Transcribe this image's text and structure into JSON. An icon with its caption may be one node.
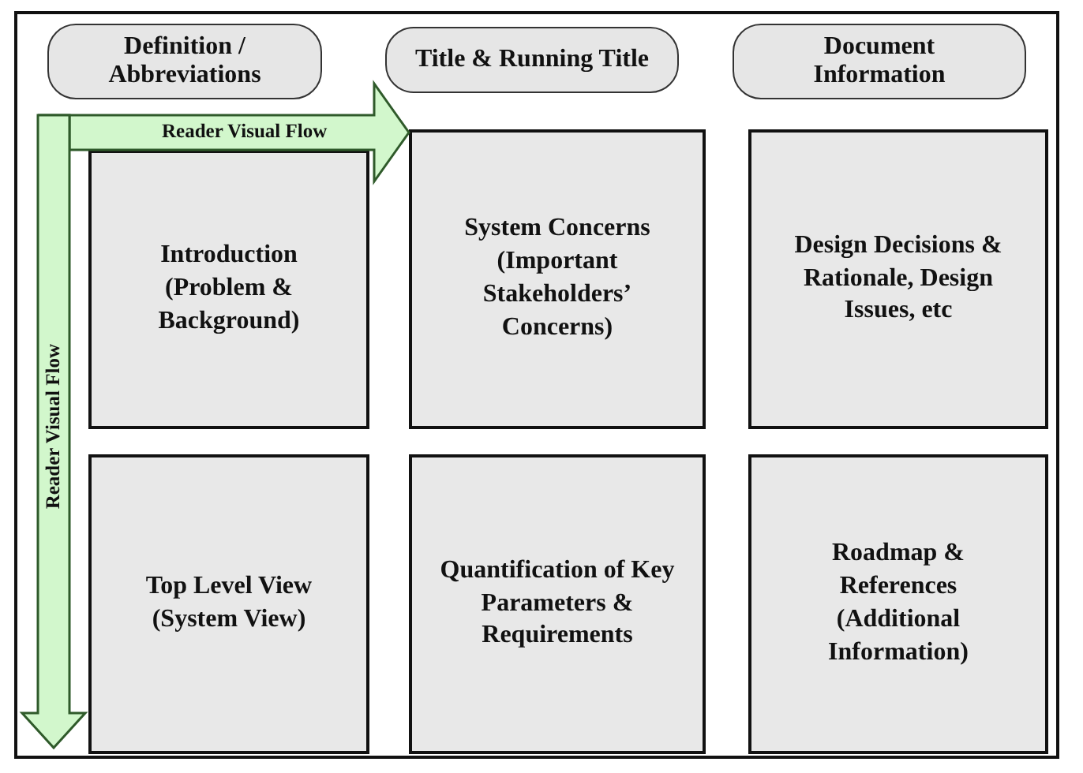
{
  "diagram": {
    "nodes": [
      {
        "text": [
          "Definition / Abbreviations"
        ]
      },
      {
        "text": [
          "Title & Running Title"
        ]
      },
      {
        "text": [
          "Document Information"
        ]
      },
      {
        "text": [
          "Introduction (Problem & Background)"
        ]
      },
      {
        "text": [
          "System Concerns (Important Stakeholders’ Concerns)"
        ]
      },
      {
        "text": [
          "Design Decisions & Rationale, Design Issues, etc"
        ]
      },
      {
        "text": [
          "Top Level View (System View)"
        ]
      },
      {
        "text": [
          "Quantification of Key Parameters & Requirements"
        ]
      },
      {
        "text": [
          "Roadmap & References (Additional Information)"
        ]
      }
    ],
    "edges": [
      {
        "from": 3,
        "to": 4,
        "arrow": "to",
        "label": "Reader Visual Flow"
      }
    ],
    "labels": [
      "Reader Visual Flow"
    ]
  }
}
